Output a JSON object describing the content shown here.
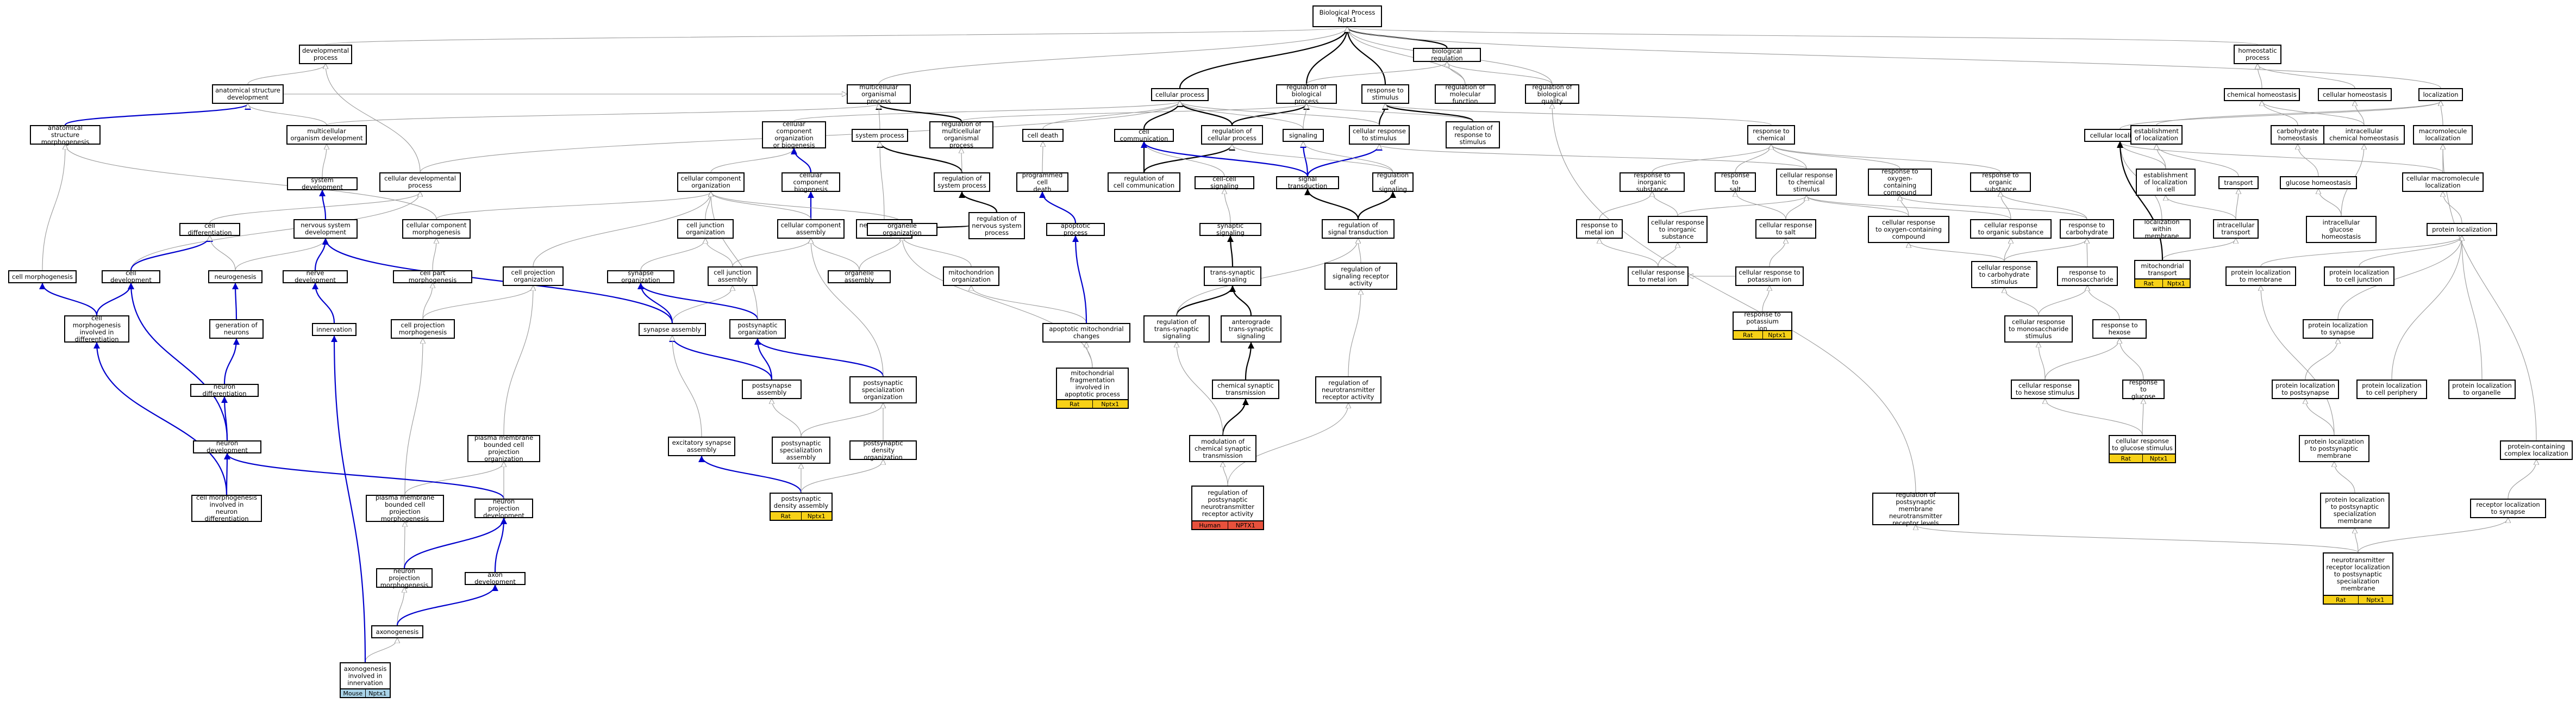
{
  "root": {
    "title": "Biological Process",
    "gene": "Nptx1"
  },
  "nodes": {
    "bp": "Biological Process\nNptx1",
    "devproc": "developmental\nprocess",
    "breg": "biological regulation",
    "homeo": "homeostatic\nprocess",
    "asd": "anatomical structure\ndevelopment",
    "mop": "multicellular\norganismal process",
    "cproc": "cellular process",
    "regbp": "regulation of\nbiological process",
    "respstim": "response to\nstimulus",
    "regmf": "regulation of\nmolecular function",
    "regbq": "regulation of\nbiological quality",
    "chemhomeo": "chemical homeostasis",
    "cellhomeo": "cellular homeostasis",
    "local": "localization",
    "asm": "anatomical structure\nmorphogenesis",
    "mod": "multicellular\norganism development",
    "ccob": "cellular component\norganization\nor biogenesis",
    "regmop": "regulation of\nmulticellular\norganismal process",
    "celldeath": "cell death",
    "celcomm": "cell communication",
    "regcp": "regulation of\ncellular process",
    "signaling": "signaling",
    "cresp": "cellular response\nto stimulus",
    "regresp": "regulation of\nresponse to\nstimulus",
    "respchem": "response to\nchemical",
    "cloc": "cellular localization",
    "estab": "establishment\nof localization",
    "carbhomeo": "carbohydrate\nhomeostasis",
    "ichemhomeo": "intracellular\nchemical homeostasis",
    "macloc": "macromolecule\nlocalization",
    "sysdev": "system development",
    "cdevproc": "cellular developmental\nprocess",
    "sysproc": "system process",
    "regsysproc": "regulation of\nsystem process",
    "pcd": "programmed cell\ndeath",
    "regcc": "regulation of\ncell communication",
    "ccsig": "cell-cell signaling",
    "sigtrans": "signal transduction",
    "regsig": "regulation of\nsignaling",
    "riis": "response to\ninorganic substance",
    "rsalt": "response to\nsalt",
    "crchem": "cellular response\nto chemical\nstimulus",
    "roxy": "response to\noxygen-containing\ncompound",
    "rorg": "response to\norganic substance",
    "estabcell": "establishment\nof localization\nin cell",
    "transport": "transport",
    "glucohomeo": "glucose homeostasis",
    "cmacloc": "cellular macromolecule\nlocalization",
    "celldiff": "cell differentiation",
    "nsd": "nervous system\ndevelopment",
    "ccmorph": "cellular component\nmorphogenesis",
    "cco": "cellular component\norganization",
    "ccbio": "cellular component\nbiogenesis",
    "nsp": "nervous system\nprocess",
    "regnsp": "regulation of\nnervous system\nprocess",
    "apop": "apoptotic process",
    "synsig": "synaptic signaling",
    "regsigtrans": "regulation of\nsignal transduction",
    "rmetal": "response to\nmetal ion",
    "criis": "cellular response\nto inorganic\nsubstance",
    "crsalt": "cellular response\nto salt",
    "croxy": "cellular response\nto oxygen-containing\ncompound",
    "crorg": "cellular response\nto organic substance",
    "rcarb": "response to\ncarbohydrate",
    "locmem": "localization\nwithin membrane",
    "itrans": "intracellular\ntransport",
    "iglucohomeo": "intracellular\nglucose homeostasis",
    "protloc": "protein localization",
    "cjo": "cell junction\norganization",
    "synorg": "synapse organization",
    "ccassm": "cellular component\nassembly",
    "orgorg": "organelle organization",
    "mitoorg": "mitochondrion\norganization",
    "cellmorph": "cell morphogenesis",
    "celldev": "cell development",
    "neurogen": "neurogenesis",
    "nervedev": "nerve development",
    "cpmorph": "cell part morphogenesis",
    "cpo": "cell projection\norganization",
    "cja": "cell junction\nassembly",
    "orgassm": "organelle assembly",
    "transsyn": "trans-synaptic\nsignaling",
    "regsra": "regulation of\nsignaling receptor\nactivity",
    "crmetal": "cellular response\nto metal ion",
    "crpot": "cellular response to\npotassium ion",
    "crcarb": "cellular response\nto carbohydrate\nstimulus",
    "rmono": "response to\nmonosaccharide",
    "mitotrans": "mitochondrial\ntransport",
    "plocmem": "protein localization\nto membrane",
    "ploccj": "protein localization\nto cell junction",
    "rpot": "response to\npotassium\nion",
    "cmid": "cell morphogenesis\ninvolved in\ndifferentiation",
    "genneur": "generation of\nneurons",
    "innerv": "innervation",
    "cprojmorph": "cell projection\nmorphogenesis",
    "synassm": "synapse assembly",
    "postsynorg": "postsynaptic\norganization",
    "amc": "apoptotic mitochondrial\nchanges",
    "regtss": "regulation of\ntrans-synaptic\nsignaling",
    "antero": "anterograde\ntrans-synaptic\nsignaling",
    "crmono": "cellular response\nto monosaccharide\nstimulus",
    "rhex": "response to\nhexose",
    "plocsyn": "protein localization\nto synapse",
    "neurdiff": "neuron differentiation",
    "postsynassm": "postsynapse\nassembly",
    "psso": "postsynaptic\nspecialization\norganization",
    "mitofrag": "mitochondrial\nfragmentation\ninvolved in\napoptotic process",
    "chemsyn": "chemical synaptic\ntransmission",
    "regnta": "regulation of\nneurotransmitter\nreceptor activity",
    "crhex": "cellular response\nto hexose stimulus",
    "rgluc": "response to\nglucose",
    "plocpost": "protein localization\nto postsynapse",
    "plocperi": "protein localization\nto cell periphery",
    "plocorg": "protein localization\nto organelle",
    "neurdevn": "neuron development",
    "pmbcpo": "plasma membrane\nbounded cell\nprojection organization",
    "excsyn": "excitatory synapse\nassembly",
    "pssa": "postsynaptic\nspecialization\nassembly",
    "psdo": "postsynaptic\ndensity organization",
    "modsyn": "modulation of\nchemical synaptic\ntransmission",
    "crgluc": "cellular response\nto glucose stimulus",
    "plocpm": "protein localization\nto postsynaptic\nmembrane",
    "pccl": "protein-containing\ncomplex localization",
    "cmind": "cell morphogenesis\ninvolved in\nneuron differentiation",
    "pmbcpm": "plasma membrane\nbounded cell\nprojection morphogenesis",
    "npd": "neuron projection\ndevelopment",
    "psda": "postsynaptic\ndensity assembly",
    "regpost": "regulation of\npostsynaptic\nneurotransmitter\nreceptor activity",
    "regpmnrl": "regulation of\npostsynaptic\nmembrane neurotransmitter\nreceptor levels",
    "plocpsm": "protein localization\nto postsynaptic\nspecialization\nmembrane",
    "rlocsyn": "receptor localization\nto synapse",
    "npm": "neuron projection\nmorphogenesis",
    "axondev": "axon development",
    "axonogen": "axonogenesis",
    "nrlpsm": "neurotransmitter\nreceptor localization\nto postsynaptic\nspecialization\nmembrane",
    "axinn": "axonogenesis\ninvolved in\ninnervation"
  },
  "badges": {
    "mitotrans": [
      "Rat",
      "Nptx1"
    ],
    "rpot": [
      "Rat",
      "Nptx1"
    ],
    "mitofrag": [
      "Rat",
      "Nptx1"
    ],
    "crgluc": [
      "Rat",
      "Nptx1"
    ],
    "psda": [
      "Rat",
      "Nptx1"
    ],
    "regpost": [
      "Human",
      "NPTX1"
    ],
    "nrlpsm": [
      "Rat",
      "Nptx1"
    ],
    "axinn": [
      "Mouse",
      "Nptx1"
    ]
  },
  "colors": {
    "edge_default": "#9a9a9a",
    "edge_strong": "#000000",
    "edge_blue": "#0000cc",
    "rat": "#f7d117",
    "mouse": "#a9d3e8",
    "human": "#e8513c"
  }
}
